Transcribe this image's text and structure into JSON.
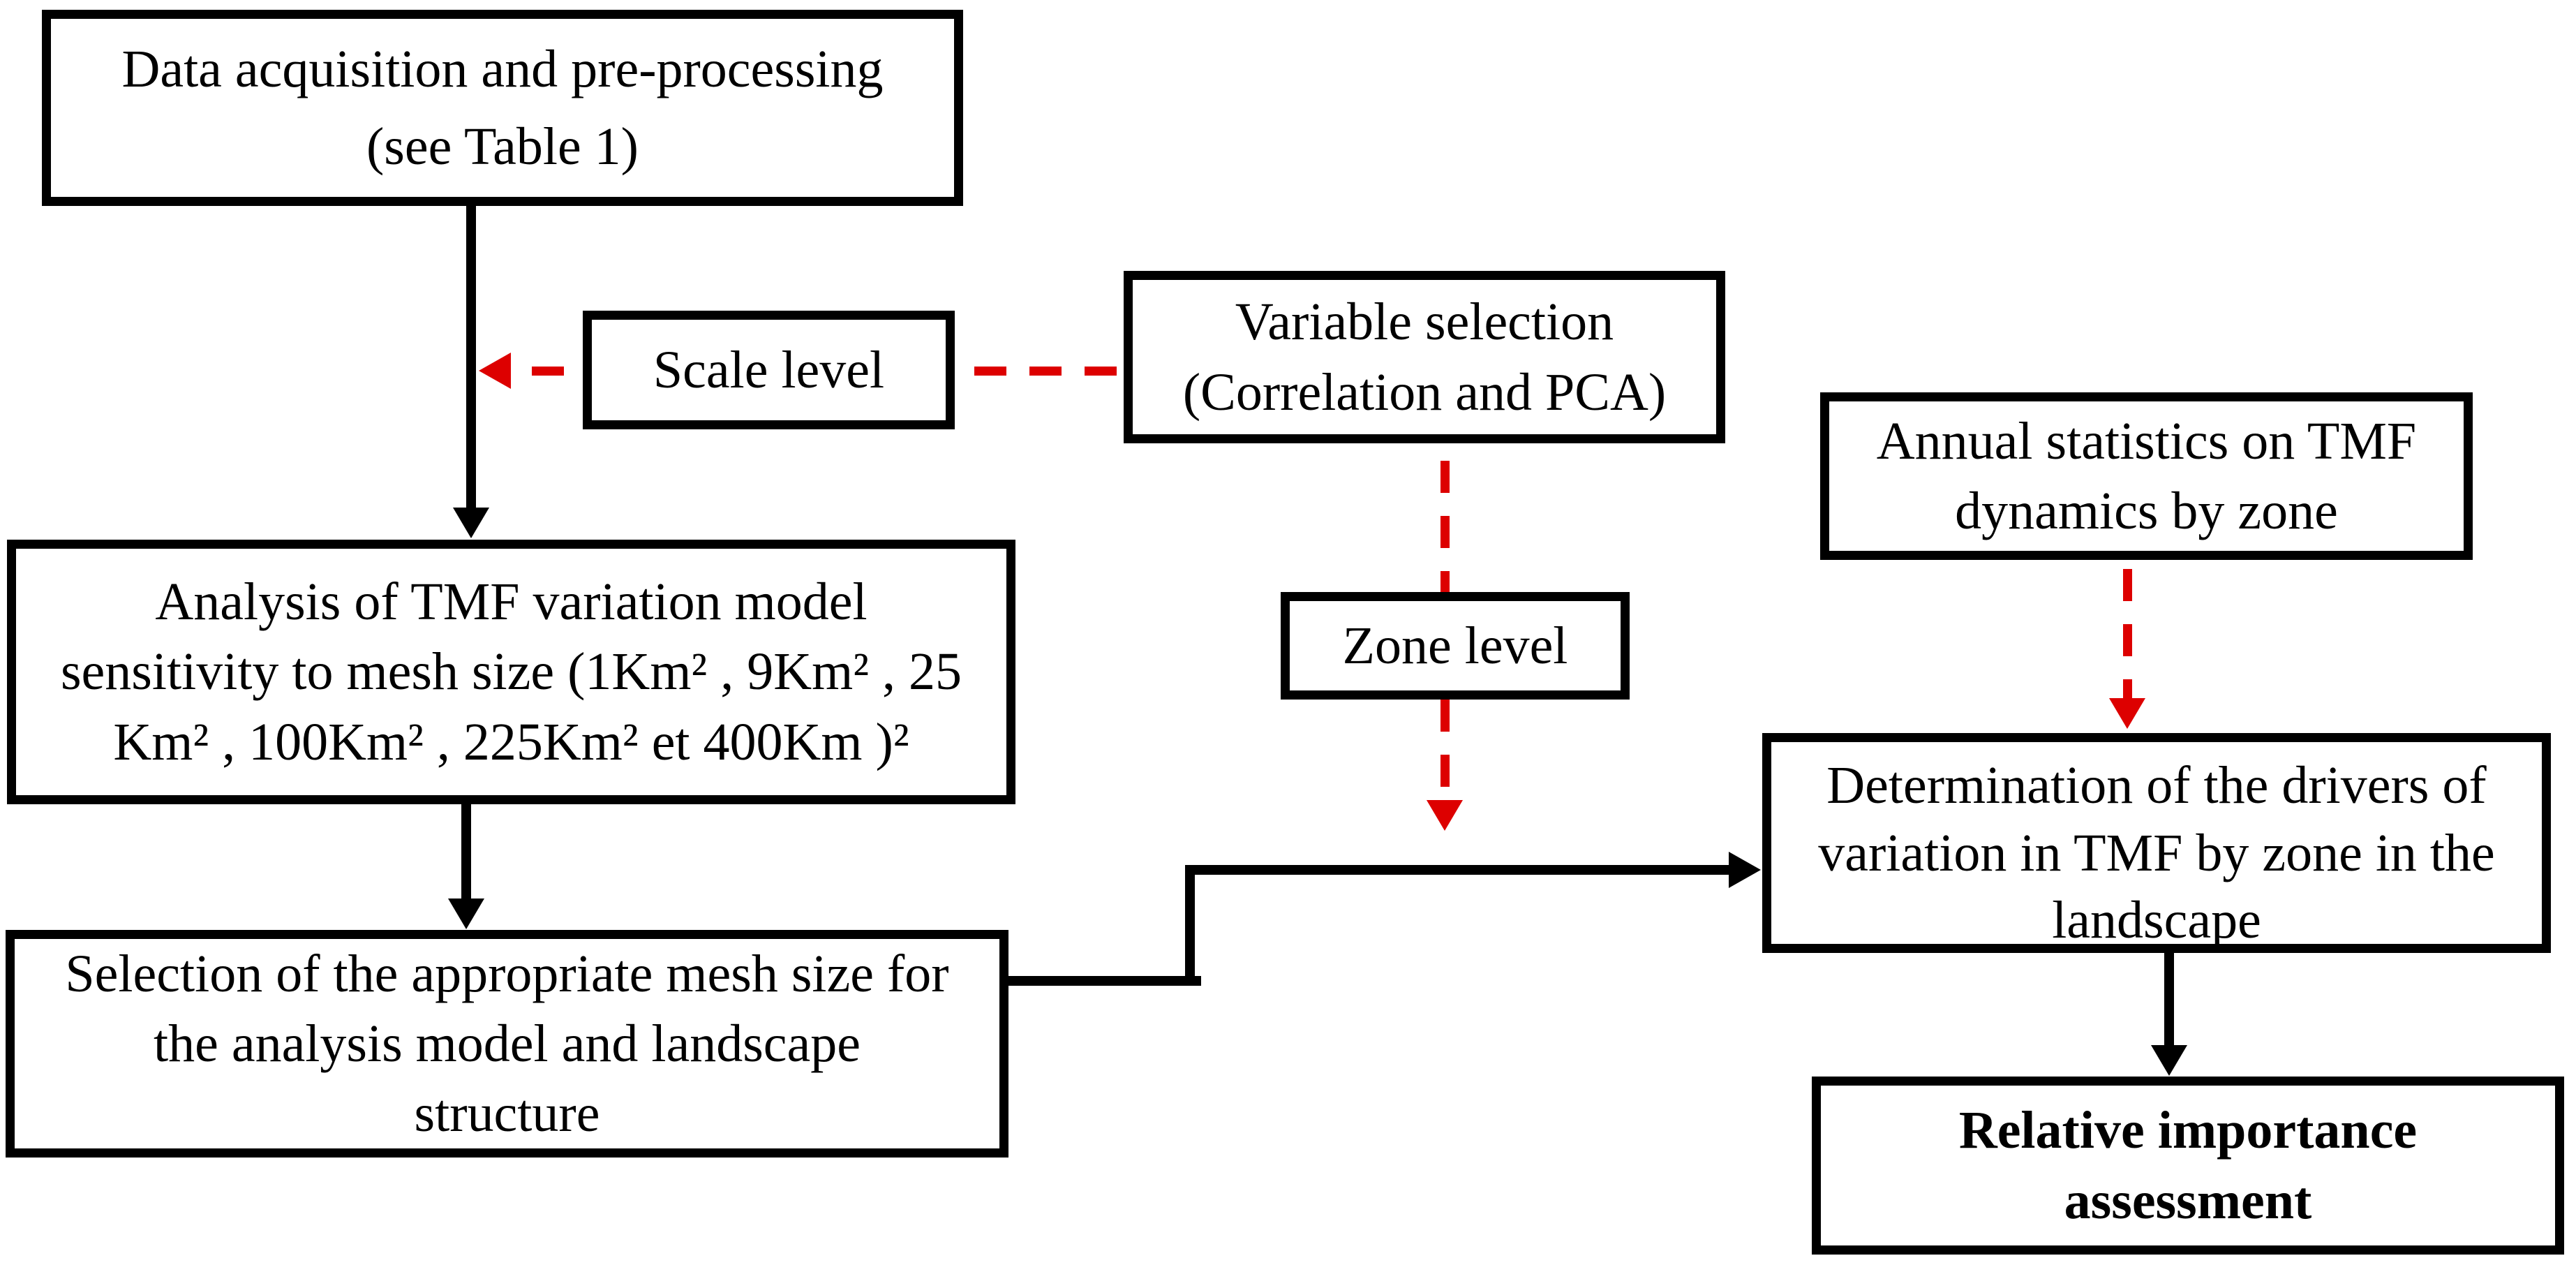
{
  "colors": {
    "arrow_red": "#dd0000",
    "line_black": "#000000",
    "background": "#ffffff"
  },
  "nodes": {
    "data_acquisition": {
      "lines": [
        "Data acquisition and pre-processing",
        "(see Table 1)"
      ]
    },
    "scale_level": {
      "lines": [
        "Scale level"
      ]
    },
    "variable_selection": {
      "lines": [
        "Variable selection",
        "(Correlation and PCA)"
      ]
    },
    "annual_statistics": {
      "lines": [
        "Annual statistics on TMF",
        "dynamics by zone"
      ]
    },
    "analysis_sensitivity": {
      "lines": [
        "Analysis of TMF variation model",
        "sensitivity to mesh size (1Km² , 9Km² , 25",
        "Km² , 100Km² , 225Km² et 400Km )²"
      ]
    },
    "zone_level": {
      "lines": [
        "Zone level"
      ]
    },
    "determination_drivers": {
      "lines": [
        "Determination of the drivers of",
        "variation in TMF by zone in the",
        "landscape"
      ]
    },
    "mesh_selection": {
      "lines": [
        "Selection of the appropriate mesh size for",
        "the analysis model and landscape",
        "structure"
      ]
    },
    "relative_importance": {
      "lines": [
        "Relative importance",
        "assessment"
      ]
    }
  }
}
